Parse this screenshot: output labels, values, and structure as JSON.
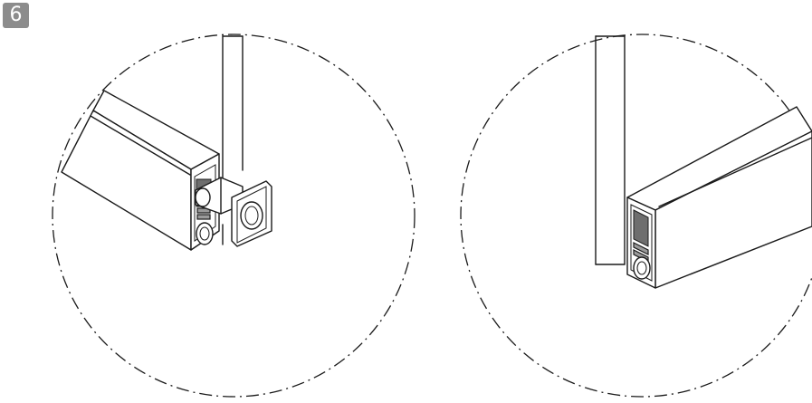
{
  "step": {
    "number": "6"
  },
  "colors": {
    "badge_bg": "#8c8c8c",
    "badge_text": "#ffffff",
    "line": "#1a1a1a",
    "gray_fill": "#9a9a9a"
  },
  "details": [
    {
      "id": "left",
      "content": "door-seal-end-with-mounting-bracket"
    },
    {
      "id": "right",
      "content": "door-seal-end-at-frame"
    }
  ]
}
